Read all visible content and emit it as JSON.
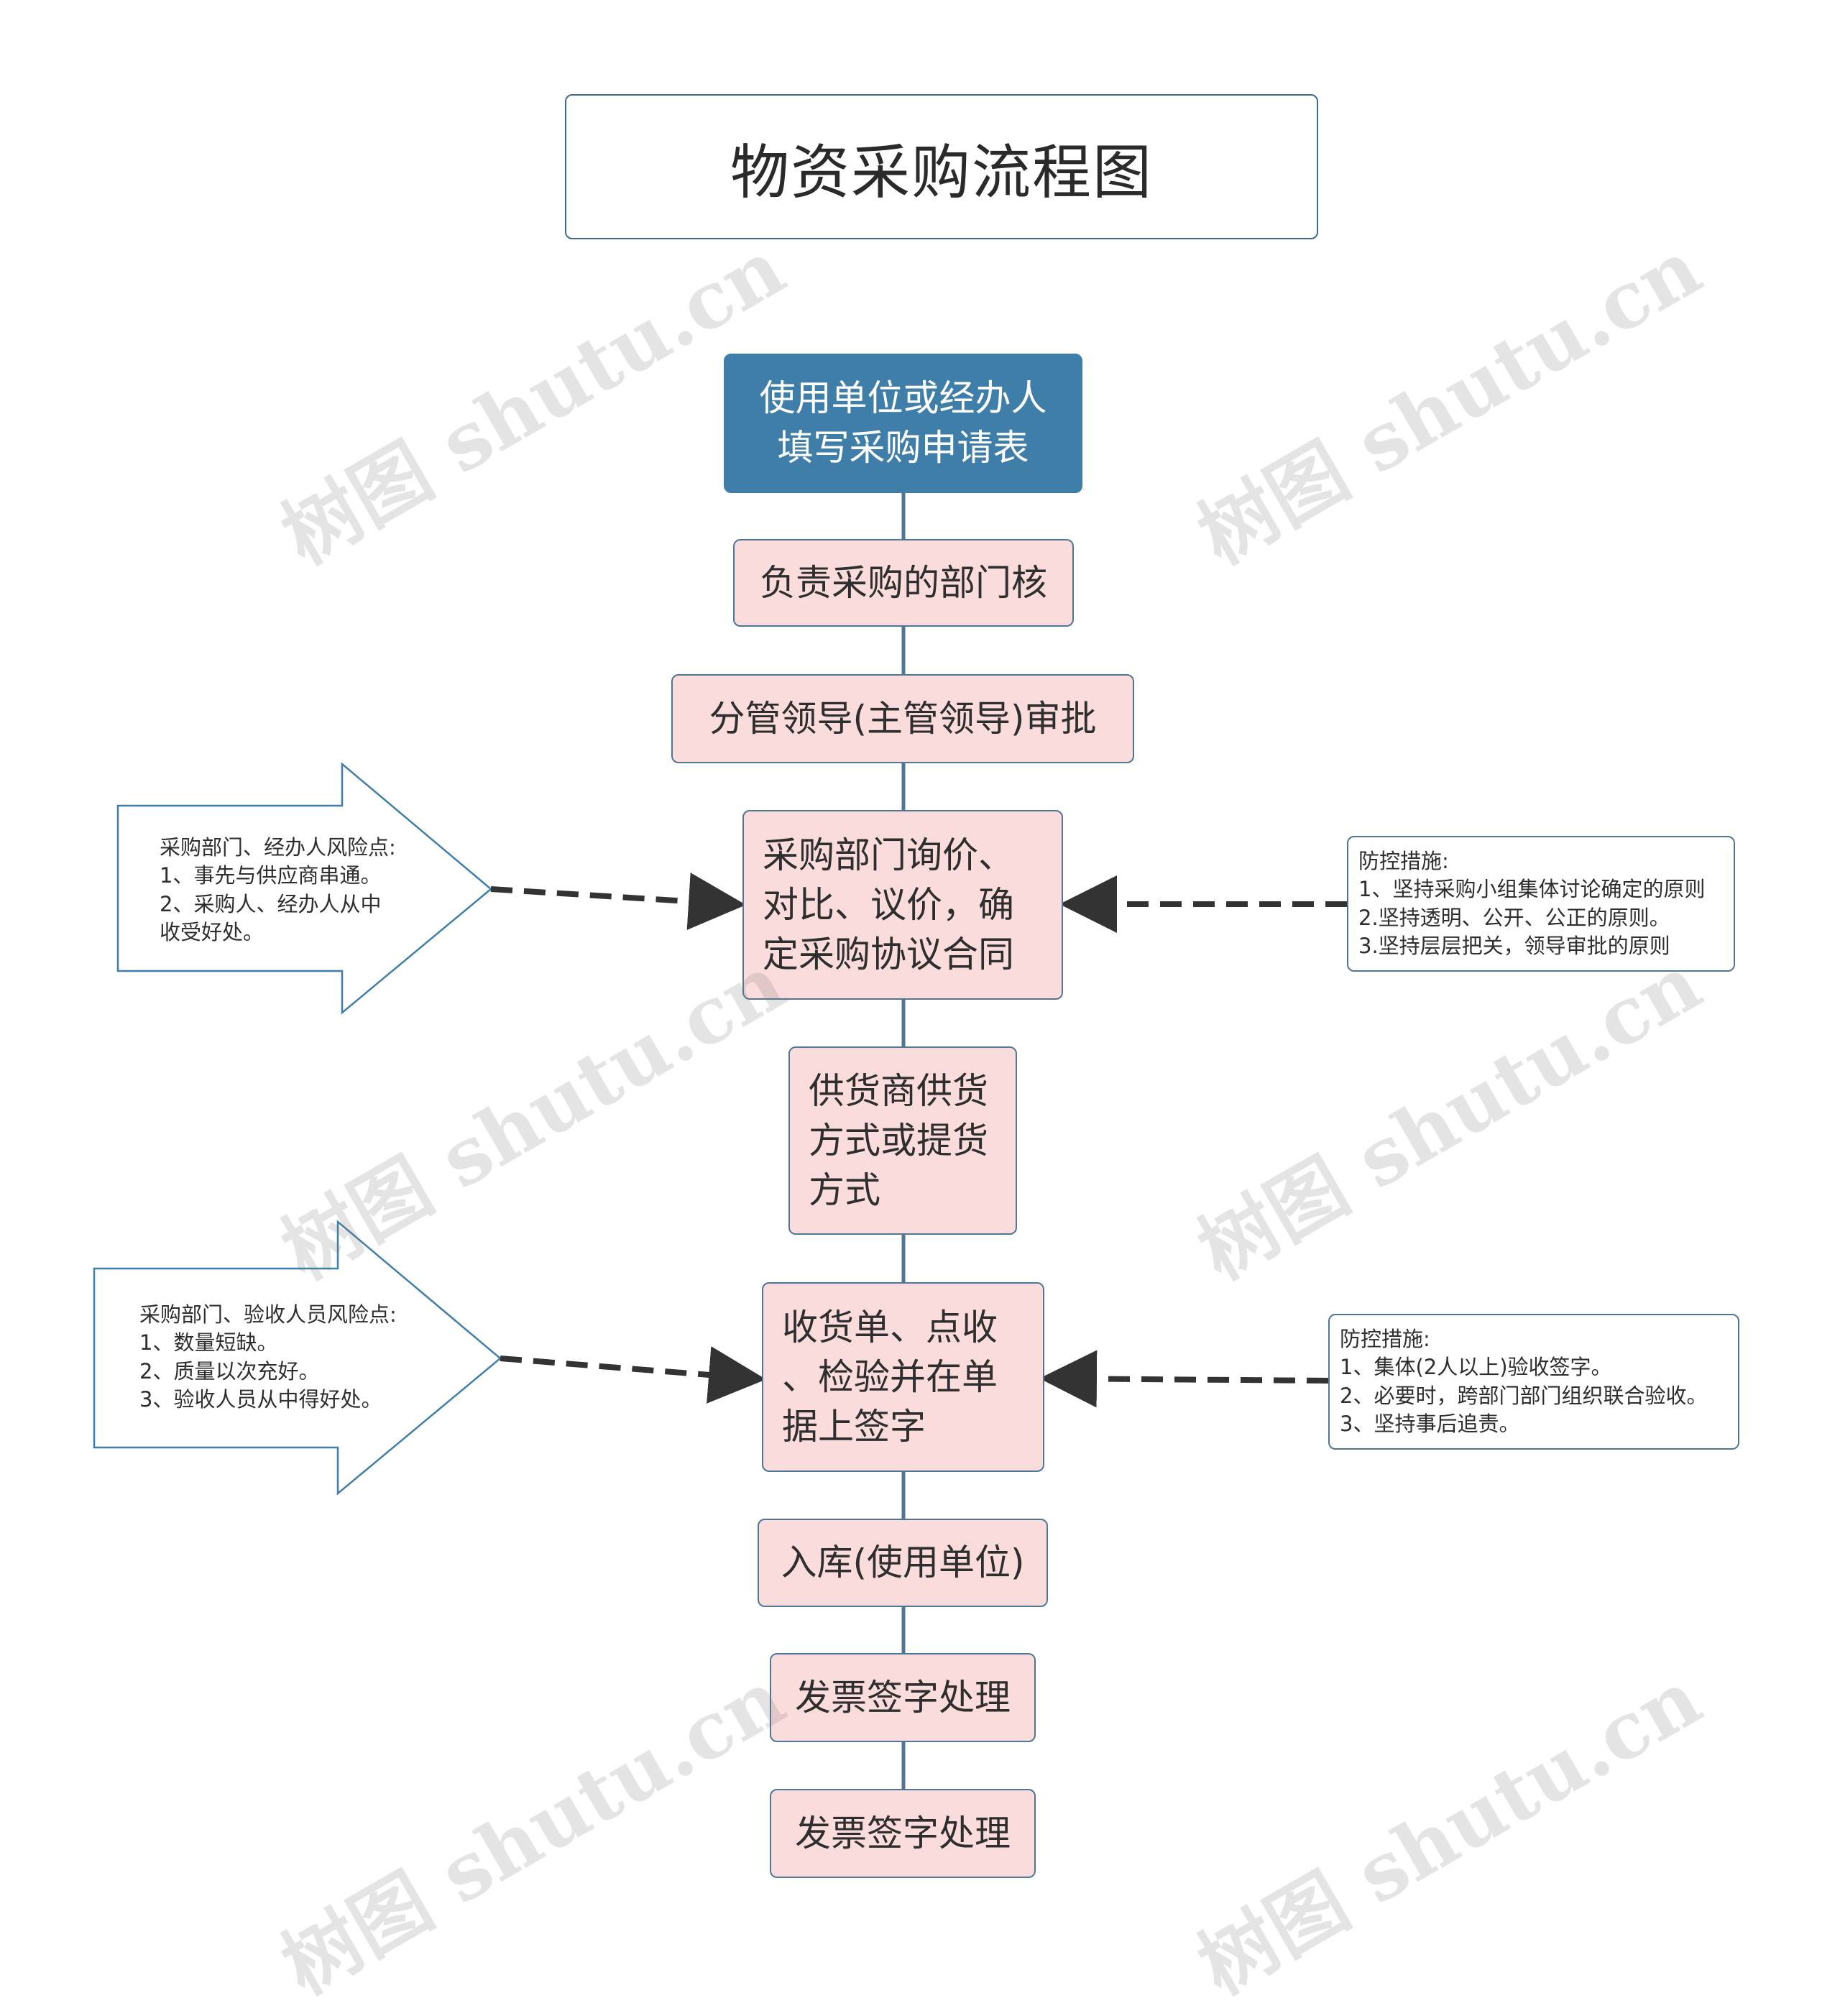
{
  "title": "物资采购流程图",
  "steps": [
    {
      "text": "使用单位或经办人\n填写采购申请表"
    },
    {
      "text": "负责采购的部门核"
    },
    {
      "text": "分管领导(主管领导)审批"
    },
    {
      "text": "采购部门询价、\n对比、议价，确\n定采购协议合同"
    },
    {
      "text": "供货商供货\n方式或提货\n方式"
    },
    {
      "text": "收货单、点收\n、检验并在单\n据上签字"
    },
    {
      "text": "入库(使用单位)"
    },
    {
      "text": "发票签字处理"
    },
    {
      "text": "发票签字处理"
    }
  ],
  "risk_notes": [
    {
      "text": "采购部门、经办人风险点:\n1、事先与供应商串通。\n2、采购人、经办人从中\n收受好处。"
    },
    {
      "text": "采购部门、验收人员风险点:\n1、数量短缺。\n2、质量以次充好。\n3、验收人员从中得好处。"
    }
  ],
  "control_notes": [
    {
      "text": "防控措施:\n1、坚持采购小组集体讨论确定的原则\n2.坚持透明、公开、公正的原则。\n3.坚持层层把关，领导审批的原则"
    },
    {
      "text": "防控措施:\n1、集体(2人以上)验收签字。\n2、必要时，跨部门部门组织联合验收。\n3、坚持事后追责。"
    }
  ],
  "watermark": "树图 shutu.cn",
  "colors": {
    "start_node": "#3f7ea8",
    "step_node": "#fbdcdc",
    "border": "#4f7694",
    "connector": "#4f7694",
    "dashed_arrow": "#333333"
  }
}
